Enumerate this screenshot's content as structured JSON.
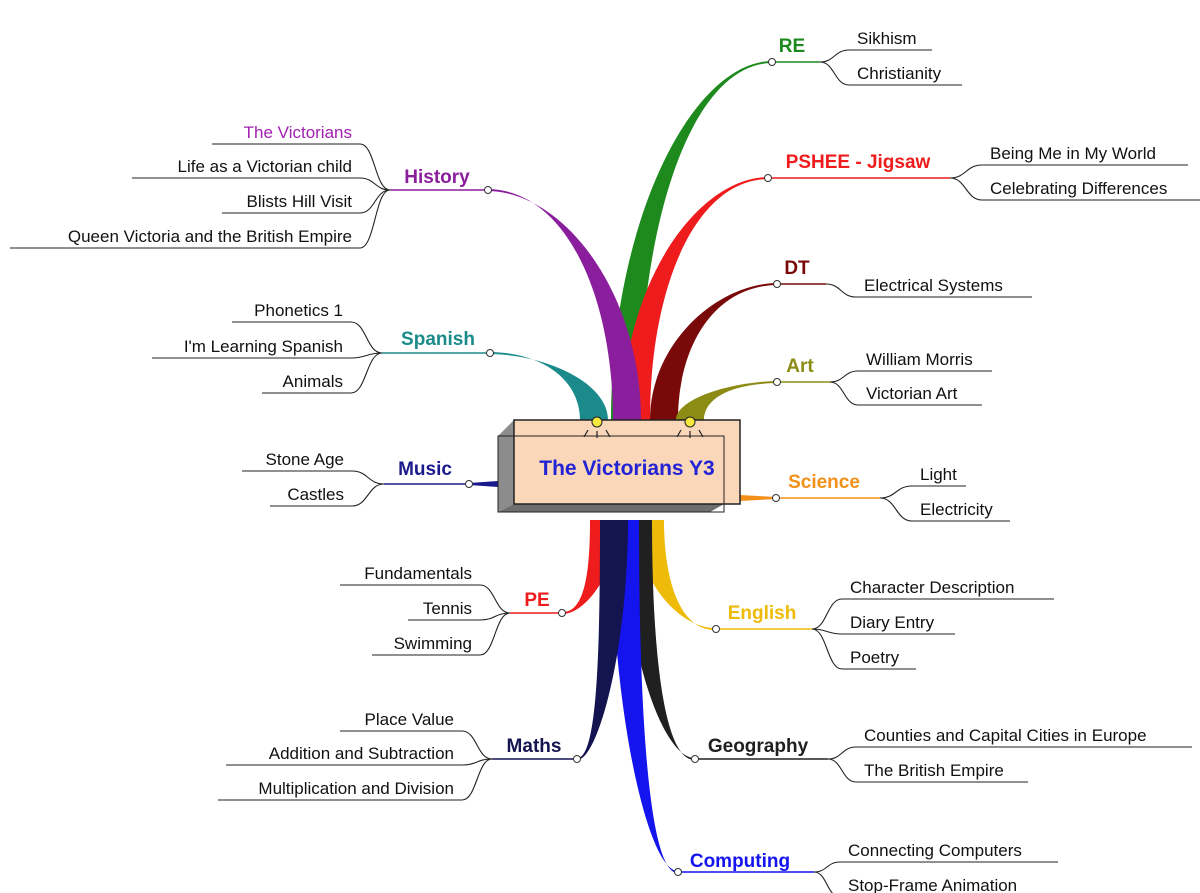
{
  "central": {
    "label": "The Victorians Y3",
    "color": "#2323d6"
  },
  "branches": [
    {
      "id": "re",
      "label": "RE",
      "color": "#1e8a1e",
      "children": [
        "Sikhism",
        "Christianity"
      ]
    },
    {
      "id": "pshee",
      "label": "PSHEE - Jigsaw",
      "color": "#ee1c1c",
      "children": [
        "Being Me in My World",
        "Celebrating Differences"
      ]
    },
    {
      "id": "dt",
      "label": "DT",
      "color": "#7a0a0a",
      "children": [
        "Electrical Systems"
      ]
    },
    {
      "id": "art",
      "label": "Art",
      "color": "#8c8c14",
      "children": [
        "William Morris",
        "Victorian Art"
      ]
    },
    {
      "id": "science",
      "label": "Science",
      "color": "#f39019",
      "children": [
        "Light",
        "Electricity"
      ]
    },
    {
      "id": "english",
      "label": "English",
      "color": "#eebb08",
      "children": [
        "Character Description",
        "Diary Entry",
        "Poetry"
      ]
    },
    {
      "id": "geography",
      "label": "Geography",
      "color": "#202020",
      "children": [
        "Counties and Capital Cities in Europe",
        "The British Empire"
      ]
    },
    {
      "id": "computing",
      "label": "Computing",
      "color": "#1414ee",
      "children": [
        "Connecting Computers",
        "Stop-Frame Animation"
      ]
    },
    {
      "id": "history",
      "label": "History",
      "color": "#8a1e9c",
      "children": [
        "The Victorians",
        "Life as a Victorian child",
        "Blists Hill Visit",
        "Queen Victoria and the British Empire"
      ]
    },
    {
      "id": "spanish",
      "label": "Spanish",
      "color": "#1a8a8a",
      "children": [
        "Phonetics 1",
        "I'm Learning Spanish",
        "Animals"
      ]
    },
    {
      "id": "music",
      "label": "Music",
      "color": "#1a1a8c",
      "children": [
        "Stone Age",
        "Castles"
      ]
    },
    {
      "id": "pe",
      "label": "PE",
      "color": "#ee1c1c",
      "children": [
        "Fundamentals",
        "Tennis",
        "Swimming"
      ]
    },
    {
      "id": "maths",
      "label": "Maths",
      "color": "#141450",
      "children": [
        "Place Value",
        "Addition and Subtraction",
        "Multiplication and Division"
      ]
    }
  ]
}
